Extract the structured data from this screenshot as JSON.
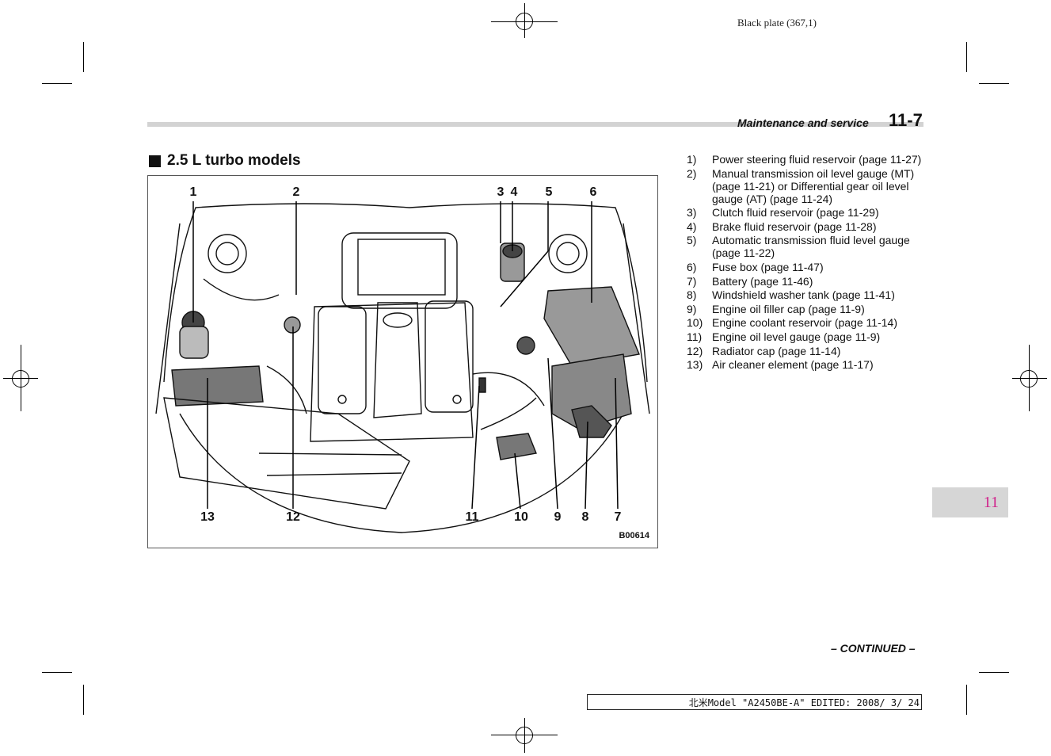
{
  "plate_label": "Black plate (367,1)",
  "header": {
    "section_name": "Maintenance and service",
    "page_number": "11-7"
  },
  "section_title": "2.5 L turbo models",
  "figure": {
    "code": "B00614",
    "callouts_top": [
      "1",
      "2",
      "3",
      "4",
      "5",
      "6"
    ],
    "callouts_bottom": [
      "13",
      "12",
      "11",
      "10",
      "9",
      "8",
      "7"
    ]
  },
  "legend": [
    {
      "num": "1)",
      "text": "Power steering fluid reservoir (page 11-27)"
    },
    {
      "num": "2)",
      "text": "Manual transmission oil level gauge (MT) (page 11-21) or Differential gear oil level gauge (AT) (page 11-24)"
    },
    {
      "num": "3)",
      "text": "Clutch fluid reservoir (page 11-29)"
    },
    {
      "num": "4)",
      "text": "Brake fluid reservoir (page 11-28)"
    },
    {
      "num": "5)",
      "text": "Automatic transmission fluid level gauge (page 11-22)"
    },
    {
      "num": "6)",
      "text": "Fuse box (page 11-47)"
    },
    {
      "num": "7)",
      "text": "Battery (page 11-46)"
    },
    {
      "num": "8)",
      "text": "Windshield washer tank (page 11-41)"
    },
    {
      "num": "9)",
      "text": "Engine oil filler cap (page 11-9)"
    },
    {
      "num": "10)",
      "text": "Engine coolant reservoir (page 11-14)"
    },
    {
      "num": "11)",
      "text": "Engine oil level gauge (page 11-9)"
    },
    {
      "num": "12)",
      "text": "Radiator cap (page 11-14)"
    },
    {
      "num": "13)",
      "text": "Air cleaner element (page 11-17)"
    }
  ],
  "continued": "– CONTINUED –",
  "chapter_tab": "11",
  "footer_text": "北米Model \"A2450BE-A\" EDITED: 2008/ 3/ 24"
}
